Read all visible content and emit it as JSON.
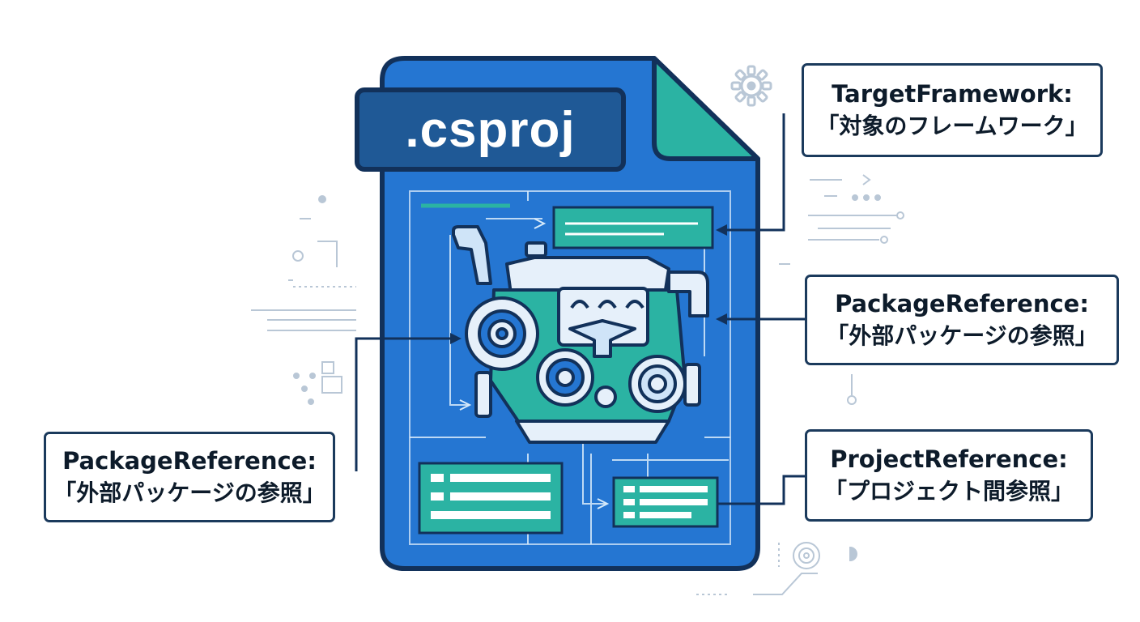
{
  "file": {
    "extension": ".csproj"
  },
  "callouts": {
    "target_framework": {
      "key": "TargetFramework:",
      "description": "「対象のフレームワーク」"
    },
    "package_reference_right": {
      "key": "PackageReference:",
      "description": "「外部パッケージの参照」"
    },
    "package_reference_left": {
      "key": "PackageReference:",
      "description": "「外部パッケージの参照」"
    },
    "project_reference": {
      "key": "ProjectReference:",
      "description": "「プロジェクト間参照」"
    }
  },
  "colors": {
    "file_body": "#2576d2",
    "file_border": "#12315a",
    "accent_teal": "#2bb3a3",
    "title_bar": "#1f5996",
    "callout_border": "#1b3a5c"
  },
  "icons": {
    "center": "engine-icon",
    "decor": [
      "gear-icon",
      "circuit-icon"
    ]
  }
}
